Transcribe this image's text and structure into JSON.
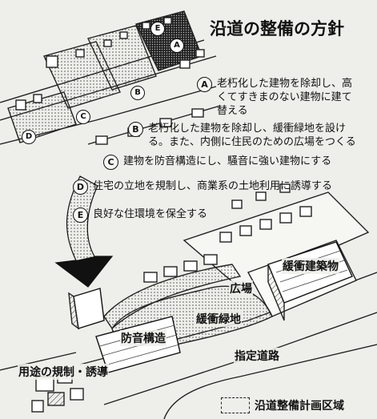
{
  "title": "沿道の整備の方針",
  "policies": [
    {
      "key": "A",
      "text": "老朽化した建物を除却し、高\nくてすきまのない建物に建て\n替える"
    },
    {
      "key": "B",
      "text": "老朽化した建物を除却し、緩衝緑地を設け\nる。また、内側に住民のための広場をつくる"
    },
    {
      "key": "C",
      "text": "建物を防音構造にし、騒音に強い建物にする"
    },
    {
      "key": "D",
      "text": "住宅の立地を規制し、商業系の土地利用に誘導する"
    },
    {
      "key": "E",
      "text": "良好な住環境を保全する"
    }
  ],
  "map_markers": {
    "a": "A",
    "b": "B",
    "c": "C",
    "d": "D",
    "e": "E"
  },
  "labels": {
    "buffer_building": "緩衝建築物",
    "plaza": "広場",
    "buffer_green": "緩衝緑地",
    "soundproof": "防音構造",
    "designated_road": "指定道路",
    "use_regulation": "用途の規制・誘導"
  },
  "legend": {
    "text": "沿道整備計画区域"
  }
}
